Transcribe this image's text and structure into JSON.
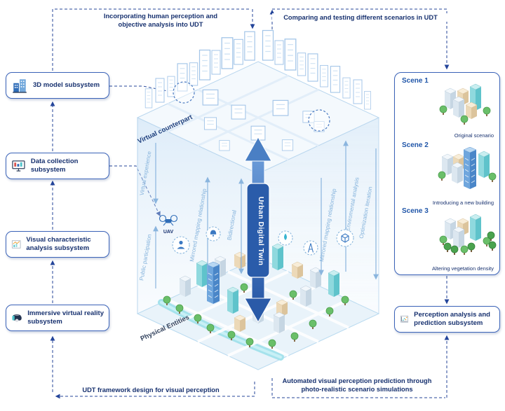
{
  "colors": {
    "navy_text": "#17316f",
    "box_border": "#3b63b8",
    "light_blue": "#85b3dc",
    "arrow_blue": "#2a5caa",
    "teal": "#4fc3cb",
    "green": "#6abf69"
  },
  "top_labels": {
    "left": "Incorporating human perception and objective analysis into UDT",
    "right": "Comparing and testing different scenarios in UDT"
  },
  "bottom_labels": {
    "left": "UDT framework design for visual perception",
    "right": "Automated visual perception prediction through photo-realistic scenario simulations"
  },
  "left_subsystems": [
    {
      "label": "3D model subsystem",
      "icon": "buildings-icon"
    },
    {
      "label": "Data collection subsystem",
      "icon": "monitor-icon"
    },
    {
      "label": "Visual characteristic analysis subsystem",
      "icon": "chart-icon"
    },
    {
      "label": "Immersive virtual reality subsystem",
      "icon": "vr-headset-icon"
    }
  ],
  "center": {
    "virtual_counterpart": "Virtual counterpart",
    "physical_entities": "Physical Entities",
    "udt_axis": "Urban Digital Twin",
    "virtual_experience": "Virtual experience",
    "public_participation": "Public participation",
    "mirrored_mapping_left": "Mirrored mapping relationship",
    "bidirectional": "Bidirectional",
    "mirrored_mapping_right": "Mirrored mapping relationship",
    "environmental_analysis": "Enviromental analysis",
    "optimization_iteration": "Optimization iteration",
    "uav": "UAV"
  },
  "scenes_panel": {
    "scenes": [
      {
        "title": "Scene 1",
        "caption": "Original scenario"
      },
      {
        "title": "Scene 2",
        "caption": "Introducing a new building"
      },
      {
        "title": "Scene 3",
        "caption": "Altering vegetation density"
      }
    ]
  },
  "right_subsystem": {
    "label": "Perception analysis and prediction subsystem",
    "icon": "scatter-chart-icon"
  }
}
